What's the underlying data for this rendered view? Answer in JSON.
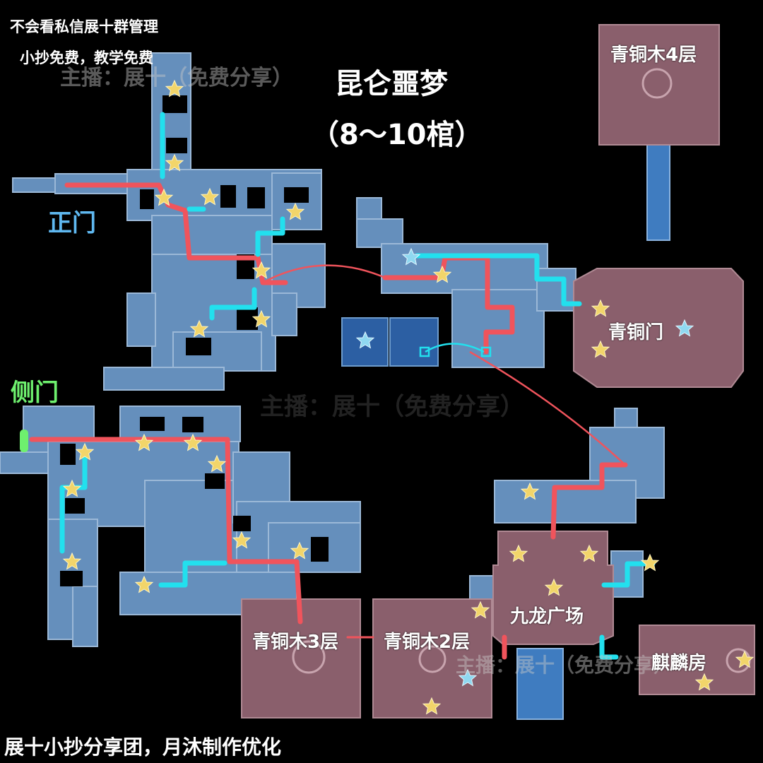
{
  "header": {
    "note_contact": "不会看私信展十群管理",
    "note_free": "小抄免费，教学免费",
    "watermark": "主播：展十（免费分享）",
    "title_line1": "昆仑噩梦",
    "title_line2": "（8～10棺）"
  },
  "labels": {
    "main_gate": "正门",
    "side_gate": "侧门",
    "bronze_wood_4f": "青铜木4层",
    "bronze_gate": "青铜门",
    "nine_dragon_square": "九龙广场",
    "bronze_wood_3f": "青铜木3层",
    "bronze_wood_2f": "青铜木2层",
    "qilin_room": "麒麟房"
  },
  "footer": {
    "credit": "展十小抄分享团，月沐制作优化"
  },
  "colors": {
    "background": "#000000",
    "room_blue": "#6e9ccc",
    "room_blue_dark": "#2c5fa3",
    "room_pink": "#8a5f6c",
    "route_red": "#f0545c",
    "route_cyan": "#22e0ee",
    "star_gold": "#f2d56a",
    "star_blue": "#8fd8f0",
    "main_gate_text": "#5fb8f0",
    "side_gate_text": "#6ef06e"
  },
  "icons": {
    "route_marker": "star-icon",
    "special_marker": "blue-star-icon"
  }
}
